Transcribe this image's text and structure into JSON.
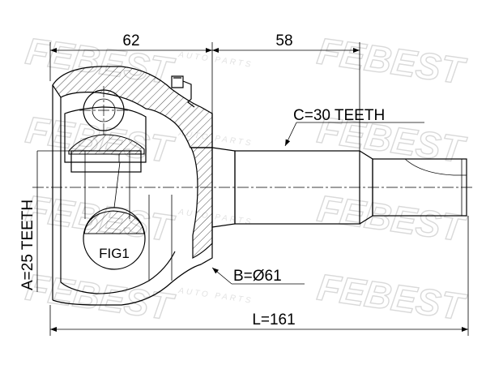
{
  "brand": "FEBEST",
  "brand_tagline": "AUTO PARTS",
  "dimensions": {
    "housing_length": "62",
    "shaft_length": "58",
    "total_length": "L=161",
    "outer_teeth": "C=30 TEETH",
    "inner_teeth": "A=25 TEETH",
    "diameter": "B=Ø61"
  },
  "detail_label": "FIG1",
  "colors": {
    "line": "#000000",
    "watermark": "#d9d9d9"
  }
}
